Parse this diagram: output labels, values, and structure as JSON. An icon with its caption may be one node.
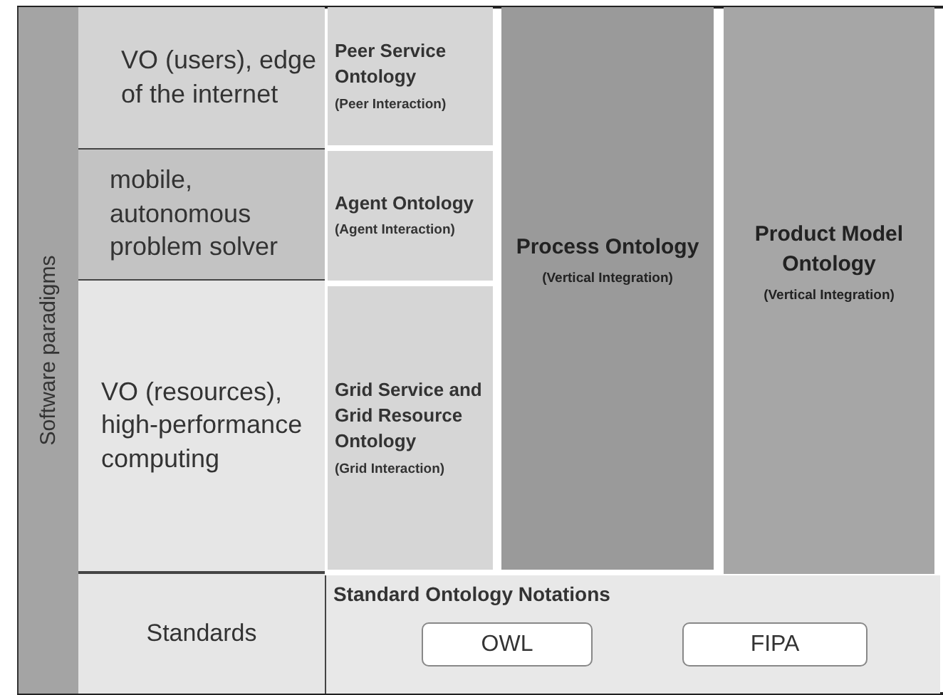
{
  "diagram": {
    "nodes": [
      {
        "text": [
          "Software paradigms"
        ]
      },
      {
        "text": [
          "VO (users), edge of the internet"
        ]
      },
      {
        "text": [
          "mobile, autonomous problem solver"
        ]
      },
      {
        "text": [
          "VO (resources), high-performance computing"
        ]
      },
      {
        "text": [
          "Standards"
        ]
      },
      {
        "text": [
          "Peer Service Ontology",
          "(Peer Interaction)"
        ]
      },
      {
        "text": [
          "Agent Ontology",
          "(Agent Interaction)"
        ]
      },
      {
        "text": [
          "Grid Service and Grid Resource Ontology",
          "(Grid Interaction)"
        ]
      },
      {
        "text": [
          "Process Ontology",
          "(Vertical Integration)"
        ]
      },
      {
        "text": [
          "Product Model Ontology",
          "(Vertical Integration)"
        ]
      },
      {
        "text": [
          "Standard Ontology Notations"
        ]
      },
      {
        "text": [
          "OWL"
        ],
        "in": 10
      },
      {
        "text": [
          "FIPA"
        ],
        "in": 10
      }
    ]
  }
}
